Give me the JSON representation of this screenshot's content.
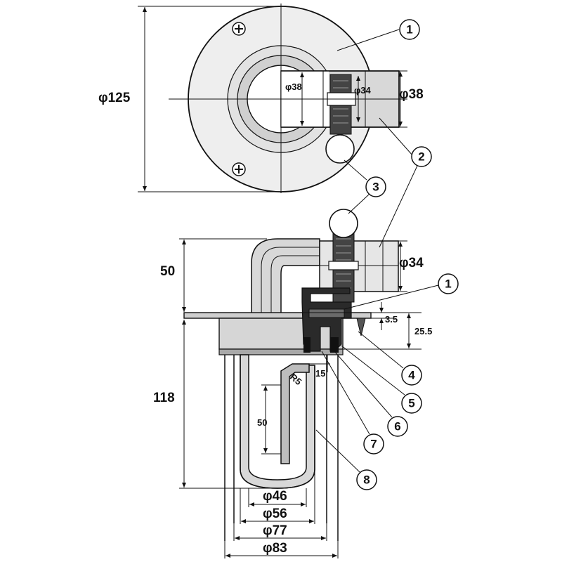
{
  "top_view": {
    "dim_outer_diameter": "φ125",
    "dim_inner_left": "φ38",
    "dim_pipe_inner": "φ34",
    "dim_pipe_outer": "φ38"
  },
  "side_view": {
    "dim_height_top": "50",
    "dim_height_total": "118",
    "dim_inner_50": "50",
    "dim_pipe": "φ34",
    "dim_3_5": "3.5",
    "dim_25_5": "25.5",
    "dim_15": "15",
    "dim_r5": "R5",
    "dim_46": "φ46",
    "dim_56": "φ56",
    "dim_77": "φ77",
    "dim_83": "φ83"
  },
  "callouts": {
    "c1_top": "1",
    "c2": "2",
    "c3": "3",
    "c1_side": "1",
    "c4": "4",
    "c5": "5",
    "c6": "6",
    "c7": "7",
    "c8": "8"
  }
}
